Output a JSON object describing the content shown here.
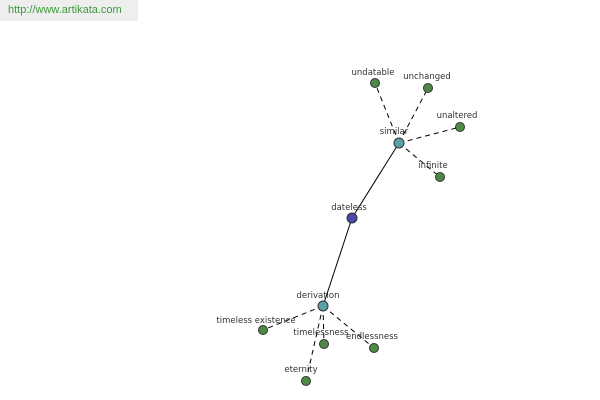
{
  "source": {
    "url": "http://www.artikata.com"
  },
  "colors": {
    "root": "#4a4aa6",
    "hub": "#5aa0a6",
    "leaf": "#4c8a45"
  },
  "graph": {
    "nodes": [
      {
        "id": "dateless",
        "label": "dateless",
        "kind": "root"
      },
      {
        "id": "similar",
        "label": "similar",
        "kind": "hub"
      },
      {
        "id": "derivation",
        "label": "derivation",
        "kind": "hub"
      },
      {
        "id": "undatable",
        "label": "undatable",
        "kind": "leaf"
      },
      {
        "id": "unchanged",
        "label": "unchanged",
        "kind": "leaf"
      },
      {
        "id": "unaltered",
        "label": "unaltered",
        "kind": "leaf"
      },
      {
        "id": "infinite",
        "label": "infinite",
        "kind": "leaf"
      },
      {
        "id": "timeless-existence",
        "label": "timeless existence",
        "kind": "leaf"
      },
      {
        "id": "timelessness",
        "label": "timelessness",
        "kind": "leaf"
      },
      {
        "id": "endlessness",
        "label": "endlessness",
        "kind": "leaf"
      },
      {
        "id": "eternity",
        "label": "eternity",
        "kind": "leaf"
      }
    ],
    "edges": [
      {
        "from": "dateless",
        "to": "similar",
        "style": "solid"
      },
      {
        "from": "dateless",
        "to": "derivation",
        "style": "solid"
      },
      {
        "from": "similar",
        "to": "undatable",
        "style": "dashed"
      },
      {
        "from": "similar",
        "to": "unchanged",
        "style": "dashed"
      },
      {
        "from": "similar",
        "to": "unaltered",
        "style": "dashed"
      },
      {
        "from": "similar",
        "to": "infinite",
        "style": "dashed"
      },
      {
        "from": "derivation",
        "to": "timeless-existence",
        "style": "dashed"
      },
      {
        "from": "derivation",
        "to": "timelessness",
        "style": "dashed"
      },
      {
        "from": "derivation",
        "to": "endlessness",
        "style": "dashed"
      },
      {
        "from": "derivation",
        "to": "eternity",
        "style": "dashed"
      }
    ]
  }
}
